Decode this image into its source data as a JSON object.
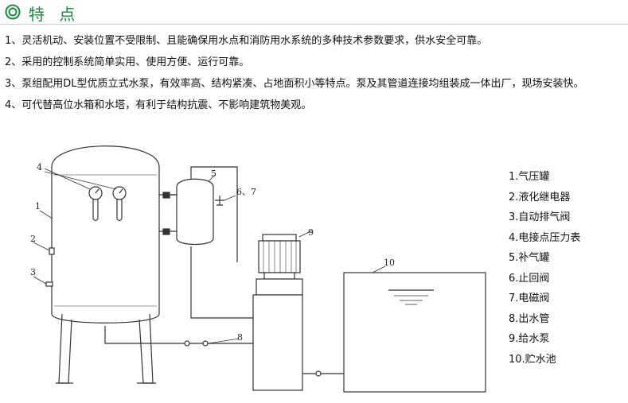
{
  "header": {
    "title": "特 点",
    "accent_color": "#1a8c3c",
    "icon": "double-circle-icon"
  },
  "features": [
    "1、灵活机动、安装位置不受限制、且能确保用水点和消防用水系统的多种技术参数要求，供水安全可靠。",
    "2、采用的控制系统简单实用、使用方便、运行可靠。",
    "3、泵组配用DL型优质立式水泵，有效率高、结构紧凑、占地面积小等特点。泵及其管道连接均组装成一体出厂，现场安装快。",
    "4、可代替高位水箱和水塔，有利于结构抗震、不影响建筑物美观。"
  ],
  "diagram": {
    "callouts": {
      "c1": "1",
      "c2": "2",
      "c3": "3",
      "c4": "4",
      "c5": "5",
      "c67": "6、7",
      "c8": "8",
      "c9": "9",
      "c10": "10"
    }
  },
  "legend": [
    "1.气压罐",
    "2.液化继电器",
    "3.自动排气阀",
    "4.电接点压力表",
    "5.补气罐",
    "6.止回阀",
    "7.电磁阀",
    "8.出水管",
    "9.给水泵",
    "10.贮水池"
  ]
}
